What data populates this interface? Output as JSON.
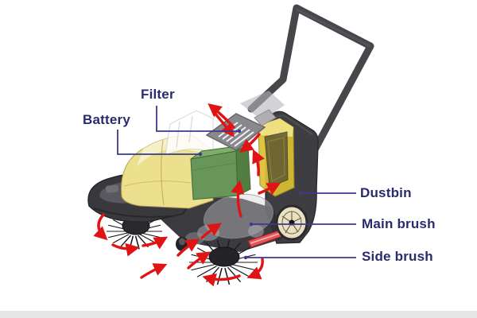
{
  "diagram": {
    "subject": "walk-behind floor sweeper cutaway",
    "labels": {
      "filter": "Filter",
      "battery": "Battery",
      "dustbin": "Dustbin",
      "main_brush": "Main brush",
      "side_brush": "Side brush"
    },
    "colors": {
      "label_text": "#2a2a6e",
      "leader_line": "#3a3a8f",
      "airflow_arrow": "#e01414",
      "body_dark": "#3b3b40",
      "hood_yellow": "#ecdf8e",
      "side_panel_gold": "#dcc033",
      "battery_green": "#68955a",
      "filter_gray": "#88888d",
      "wheel_cream": "#eae1c0",
      "squeegee_red": "#e4555a",
      "footer_bar": "#e7e7ea",
      "background": "#ffffff"
    }
  }
}
